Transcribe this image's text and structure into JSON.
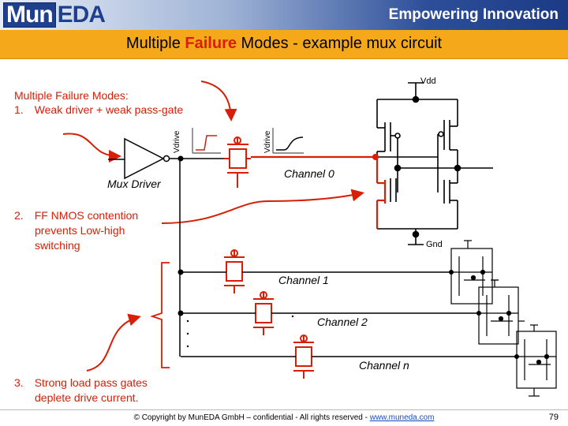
{
  "header": {
    "logo_part1": "Mun",
    "logo_part2": "EDA",
    "tagline": "Empowering Innovation"
  },
  "slide": {
    "title_pre": "Multiple ",
    "title_highlight": "Failure",
    "title_post": " Modes - example mux circuit"
  },
  "annotations": {
    "heading": "Multiple Failure Modes:",
    "item1_num": "1.",
    "item1_text": "Weak driver + weak pass-gate",
    "item2_num": "2.",
    "item2_line1": "FF NMOS contention",
    "item2_line2": "prevents Low-high",
    "item2_line3": "switching",
    "item3_num": "3.",
    "item3_line1": "Strong load pass gates",
    "item3_line2": "deplete drive current."
  },
  "circuit": {
    "mux_driver": "Mux Driver",
    "channel0": "Channel 0",
    "channel1": "Channel 1",
    "channel2": "Channel 2",
    "channeln": "Channel n",
    "vdd": "Vdd",
    "gnd": "Gnd",
    "vdrive1": "Vdrive",
    "vdrive2": "Vdrive",
    "colors": {
      "red": "#d81e05",
      "black": "#000000"
    }
  },
  "footer": {
    "copyright": "© Copyright by MunEDA GmbH – confidential - All rights reserved - ",
    "link": "www.muneda.com",
    "page": "79"
  }
}
